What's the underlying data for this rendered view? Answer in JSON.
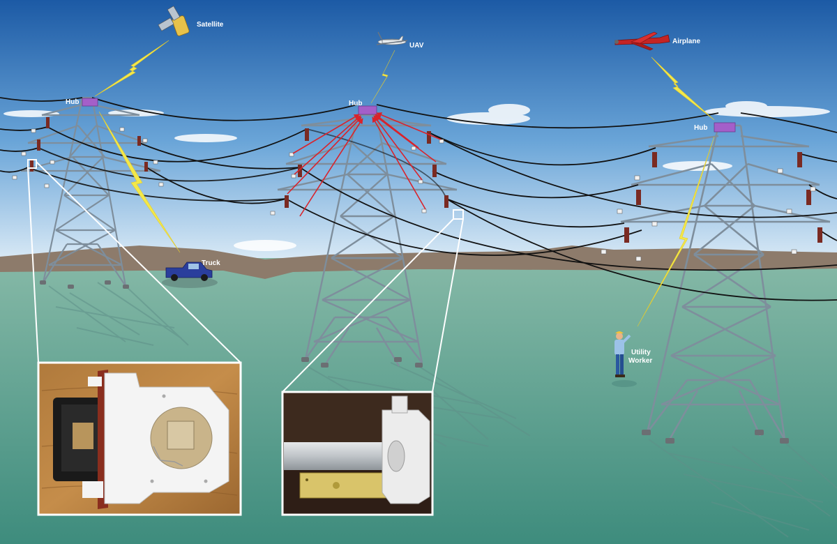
{
  "labels": {
    "satellite": "Satellite",
    "uav": "UAV",
    "airplane": "Airplane",
    "truck": "Truck",
    "hub": "Hub",
    "utility_worker_line1": "Utility",
    "utility_worker_line2": "Worker"
  },
  "colors": {
    "sky_top": "#1f5fa8",
    "sky_bottom": "#cfe3f4",
    "ground_top": "#7fb3a0",
    "ground_bottom": "#3d8e7e",
    "mountain": "#8c7a6a",
    "tower_steel": "#7e8e9c",
    "hub_box": "#a45fc9",
    "insulator": "#7a2a22",
    "lightning": "#f3e84a",
    "signal_arrow": "#d9232b",
    "callout_line": "#ffffff"
  }
}
